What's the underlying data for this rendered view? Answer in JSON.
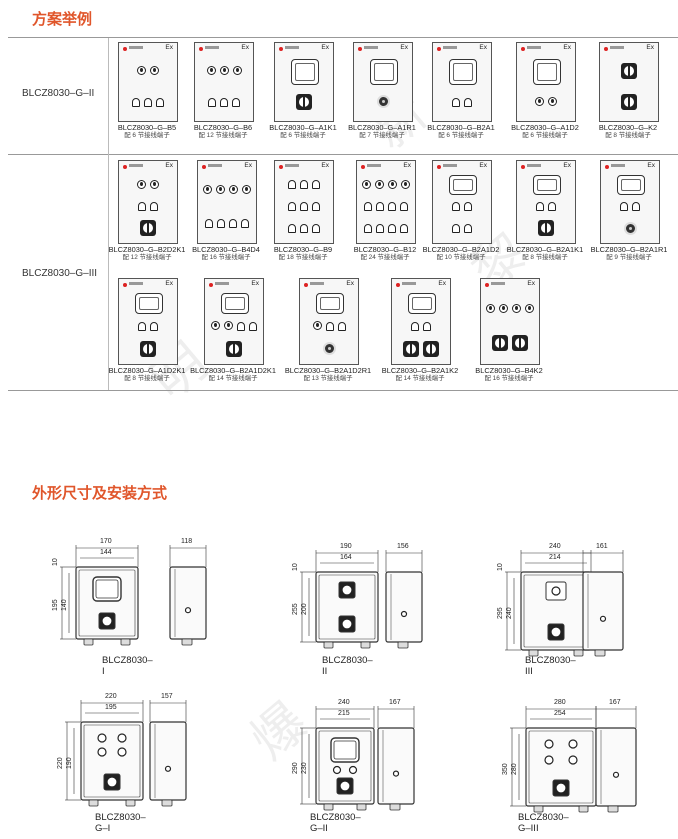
{
  "sections": {
    "scheme_title": "方案举例",
    "dimension_title": "外形尺寸及安装方式"
  },
  "rows": {
    "row1": "BLCZ8030–G–II",
    "row2": "BLCZ8030–G–III"
  },
  "box_marks": {
    "ex": "Ex"
  },
  "models": [
    {
      "name": "BLCZ8030–G–B5",
      "note": "配 6 节接线端子"
    },
    {
      "name": "BLCZ8030–G–B6",
      "note": "配 12 节接线端子"
    },
    {
      "name": "BLCZ8030–G–A1K1",
      "note": "配 6 节接线端子"
    },
    {
      "name": "BLCZ8030–G–A1R1",
      "note": "配 7 节接线端子"
    },
    {
      "name": "BLCZ8030–G–B2A1",
      "note": "配 6 节接线端子"
    },
    {
      "name": "BLCZ8030–G–A1D2",
      "note": "配 6 节接线端子"
    },
    {
      "name": "BLCZ8030–G–K2",
      "note": "配 8 节接线端子"
    },
    {
      "name": "BLCZ8030–G–B2D2K1",
      "note": "配 12 节接线端子"
    },
    {
      "name": "BLCZ8030–G–B4D4",
      "note": "配 16 节接线端子"
    },
    {
      "name": "BLCZ8030–G–B9",
      "note": "配 18 节接线端子"
    },
    {
      "name": "BLCZ8030–G–B12",
      "note": "配 24 节接线端子"
    },
    {
      "name": "BLCZ8030–G–B2A1D2",
      "note": "配 10 节接线端子"
    },
    {
      "name": "BLCZ8030–G–B2A1K1",
      "note": "配 8 节接线端子"
    },
    {
      "name": "BLCZ8030–G–B2A1R1",
      "note": "配 9 节接线端子"
    },
    {
      "name": "BLCZ8030–G–A1D2K1",
      "note": "配 8 节接线端子"
    },
    {
      "name": "BLCZ8030–G–B2A1D2K1",
      "note": "配 14 节接线端子"
    },
    {
      "name": "BLCZ8030–G–B2A1D2R1",
      "note": "配 13 节接线端子"
    },
    {
      "name": "BLCZ8030–G–B2A1K2",
      "note": "配 14 节接线端子"
    },
    {
      "name": "BLCZ8030–G–B4K2",
      "note": "配 16 节接线端子"
    }
  ],
  "drawings": [
    {
      "label": "BLCZ8030–I",
      "w1": "170",
      "w2": "144",
      "h1": "195",
      "h2": "140",
      "top": "10",
      "depth": "118"
    },
    {
      "label": "BLCZ8030–II",
      "w1": "190",
      "w2": "164",
      "h1": "255",
      "h2": "200",
      "top": "10",
      "depth": "156"
    },
    {
      "label": "BLCZ8030–III",
      "w1": "240",
      "w2": "214",
      "h1": "295",
      "h2": "240",
      "top": "10",
      "depth": "161"
    },
    {
      "label": "BLCZ8030–G–I",
      "w1": "220",
      "w2": "195",
      "h1": "220",
      "h2": "190",
      "top": "",
      "depth": "157"
    },
    {
      "label": "BLCZ8030–G–II",
      "w1": "240",
      "w2": "215",
      "h1": "290",
      "h2": "230",
      "top": "",
      "depth": "167"
    },
    {
      "label": "BLCZ8030–G–III",
      "w1": "280",
      "w2": "254",
      "h1": "350",
      "h2": "280",
      "top": "",
      "depth": "167"
    }
  ],
  "watermark": [
    "新",
    "黎",
    "明",
    "防",
    "爆"
  ]
}
